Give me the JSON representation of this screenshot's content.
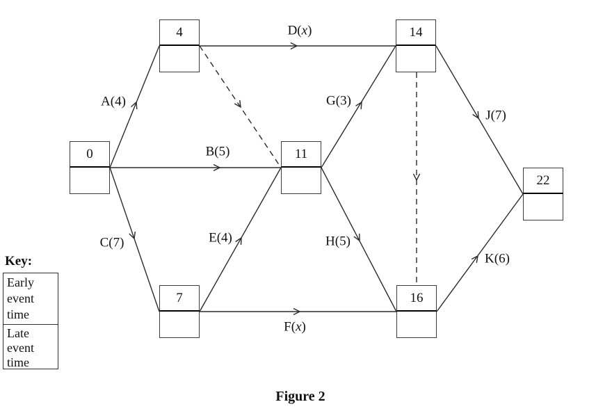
{
  "caption": "Figure 2",
  "key": {
    "title": "Key:",
    "early_label": "Early event time",
    "late_label": "Late event time"
  },
  "nodes": {
    "n0": {
      "early": "0",
      "late": ""
    },
    "n4": {
      "early": "4",
      "late": ""
    },
    "n11": {
      "early": "11",
      "late": ""
    },
    "n7": {
      "early": "7",
      "late": ""
    },
    "n14": {
      "early": "14",
      "late": ""
    },
    "n16": {
      "early": "16",
      "late": ""
    },
    "n22": {
      "early": "22",
      "late": ""
    }
  },
  "edges": {
    "A": {
      "label": "A(4)",
      "from": "0",
      "to": "4",
      "style": "solid"
    },
    "B": {
      "label": "B(5)",
      "from": "0",
      "to": "11",
      "style": "solid"
    },
    "C": {
      "label": "C(7)",
      "from": "0",
      "to": "7",
      "style": "solid"
    },
    "D": {
      "label_pre": "D(",
      "label_var": "x",
      "label_post": ")",
      "from": "4",
      "to": "14",
      "style": "solid"
    },
    "E": {
      "label": "E(4)",
      "from": "7",
      "to": "11",
      "style": "solid"
    },
    "F": {
      "label_pre": "F(",
      "label_var": "x",
      "label_post": ")",
      "from": "7",
      "to": "16",
      "style": "solid"
    },
    "G": {
      "label": "G(3)",
      "from": "11",
      "to": "14",
      "style": "solid"
    },
    "H": {
      "label": "H(5)",
      "from": "11",
      "to": "16",
      "style": "solid"
    },
    "J": {
      "label": "J(7)",
      "from": "14",
      "to": "22",
      "style": "solid"
    },
    "K": {
      "label": "K(6)",
      "from": "16",
      "to": "22",
      "style": "solid"
    },
    "dummy1": {
      "from": "4",
      "to": "11",
      "style": "dashed"
    },
    "dummy2": {
      "from": "14",
      "to": "16",
      "style": "dashed"
    }
  },
  "colors": {
    "line": "#2b2b2b",
    "text": "#111111",
    "background": "#ffffff"
  }
}
